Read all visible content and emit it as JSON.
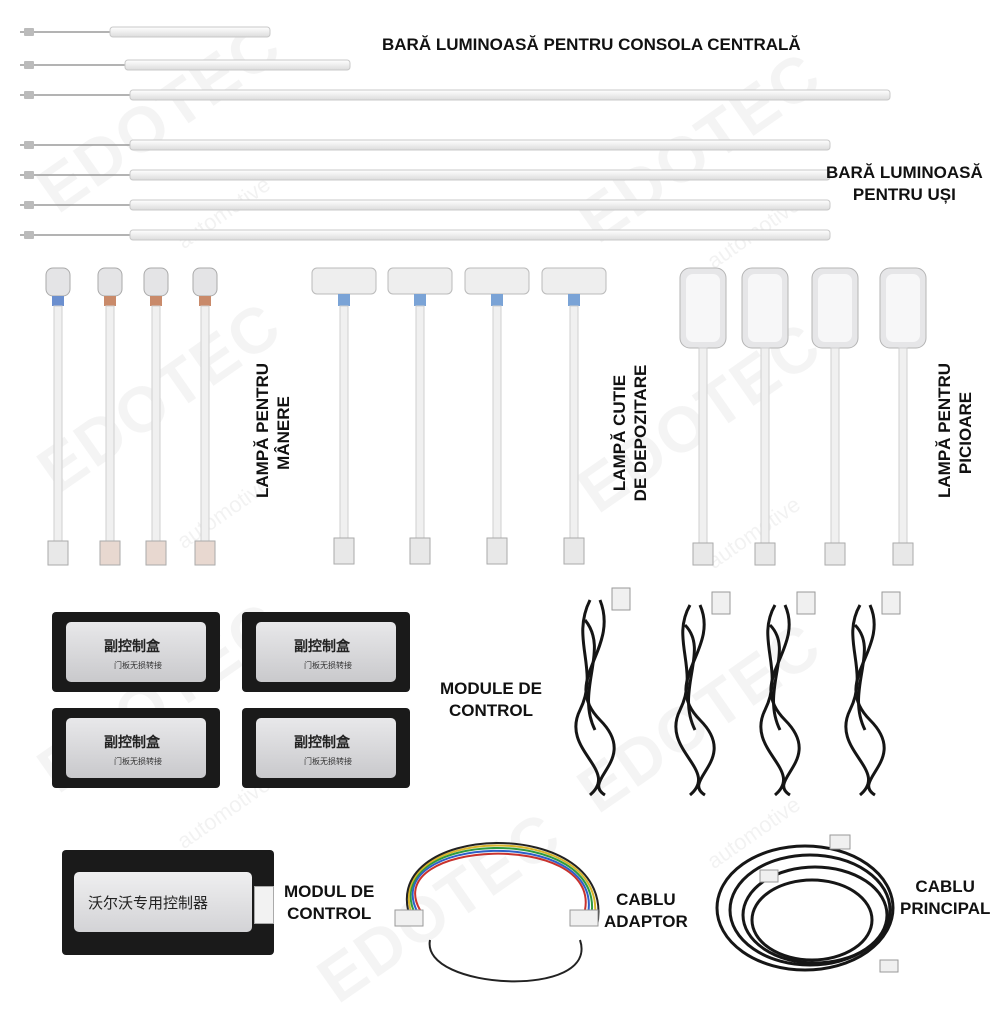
{
  "labels": {
    "center_console_bar": "BARĂ LUMINOASĂ PENTRU CONSOLA CENTRALĂ",
    "door_bar_line1": "BARĂ LUMINOASĂ",
    "door_bar_line2": "PENTRU UȘI",
    "handle_lamp_line1": "LAMPĂ PENTRU",
    "handle_lamp_line2": "MÂNERE",
    "storage_lamp_line1": "LAMPĂ CUTIE",
    "storage_lamp_line2": "DE DEPOZITARE",
    "foot_lamp_line1": "LAMPĂ PENTRU",
    "foot_lamp_line2": "PICIOARE",
    "control_modules_line1": "MODULE DE",
    "control_modules_line2": "CONTROL",
    "control_module_line1": "MODUL DE",
    "control_module_line2": "CONTROL",
    "adapter_cable_line1": "CABLU",
    "adapter_cable_line2": "ADAPTOR",
    "main_cable_line1": "CABLU",
    "main_cable_line2": "PRINCIPAL"
  },
  "module_plate": {
    "title": "副控制盒",
    "subtitle": "门板无损转接"
  },
  "main_controller": {
    "title": "沃尔沃专用控制器"
  },
  "watermark": {
    "brand": "EDOTEC",
    "sub": "automotive"
  },
  "colors": {
    "accent_red": "#c81e1e",
    "module_black": "#1a1a1a",
    "strip_white": "#f4f4f4"
  }
}
